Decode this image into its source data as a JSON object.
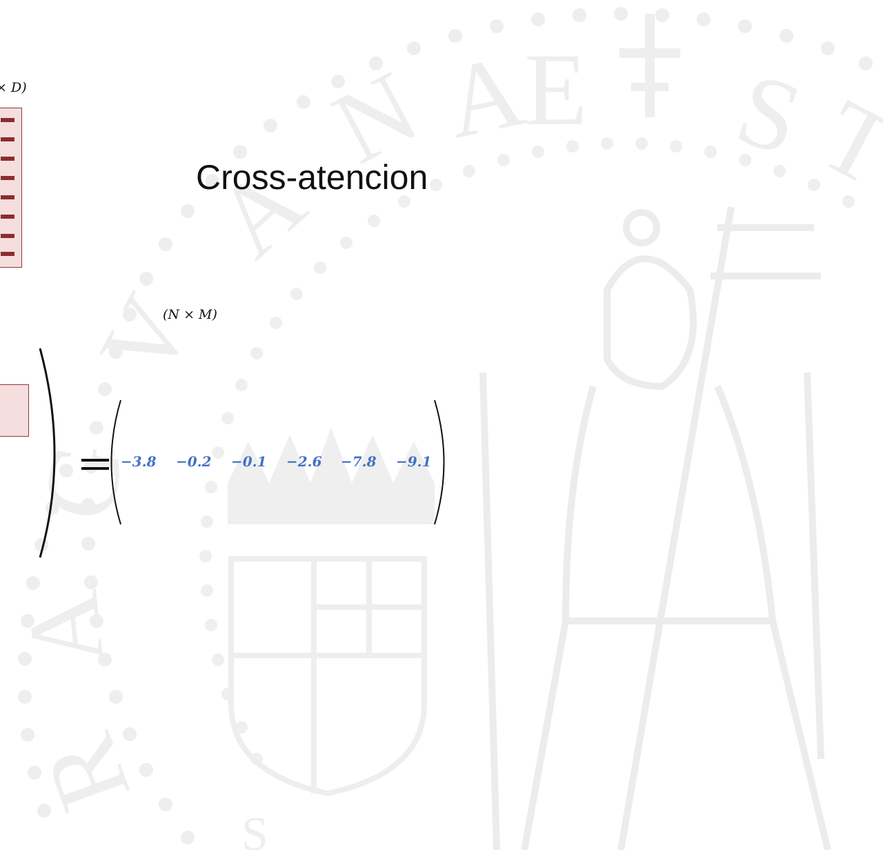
{
  "slide": {
    "title": "Cross-atencion",
    "dims": {
      "top_label": "× D)",
      "mid_label": "(N × M)"
    },
    "result_values": [
      "−3.8",
      "−0.2",
      "−0.1",
      "−2.6",
      "−7.8",
      "−9.1"
    ],
    "colors": {
      "value_blue": "#4472c4",
      "matrix_fill": "#f5dede",
      "matrix_stroke": "#8b2e2e",
      "watermark": "#eeeeee"
    }
  },
  "watermark": {
    "seal_text": [
      "A",
      "N",
      "A",
      "E",
      "S",
      "T",
      "S"
    ]
  }
}
